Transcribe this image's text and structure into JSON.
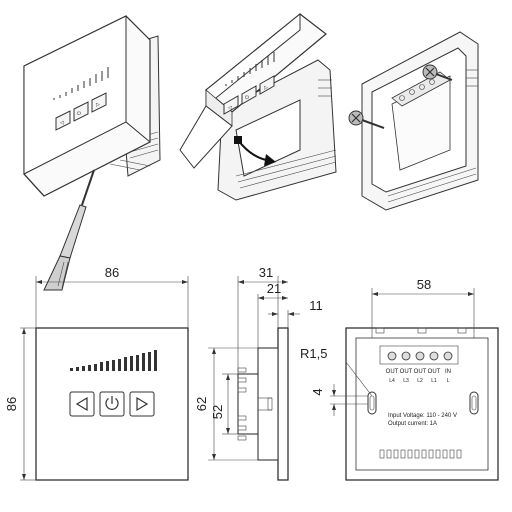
{
  "dimensions": {
    "front_width": "86",
    "front_height": "86",
    "side_depth_total": "31",
    "side_depth_mid": "21",
    "side_depth_plate": "11",
    "side_height_outer": "62",
    "side_height_inner": "52",
    "back_hole_spacing": "58",
    "back_radius": "R1,5",
    "back_slot": "4"
  },
  "terminals": {
    "top_labels": [
      "OUT",
      "OUT",
      "OUT",
      "OUT",
      "IN"
    ],
    "bottom_labels": [
      "L4",
      "L3",
      "L2",
      "L1",
      "L"
    ]
  },
  "spec": {
    "voltage": "Input Voltage: 110 - 240 V",
    "current": "Output current: 1A"
  },
  "icons": [
    "left-arrow-icon",
    "power-icon",
    "right-arrow-icon",
    "curved-arrow-icon",
    "screw-icon",
    "screwdriver-icon"
  ]
}
